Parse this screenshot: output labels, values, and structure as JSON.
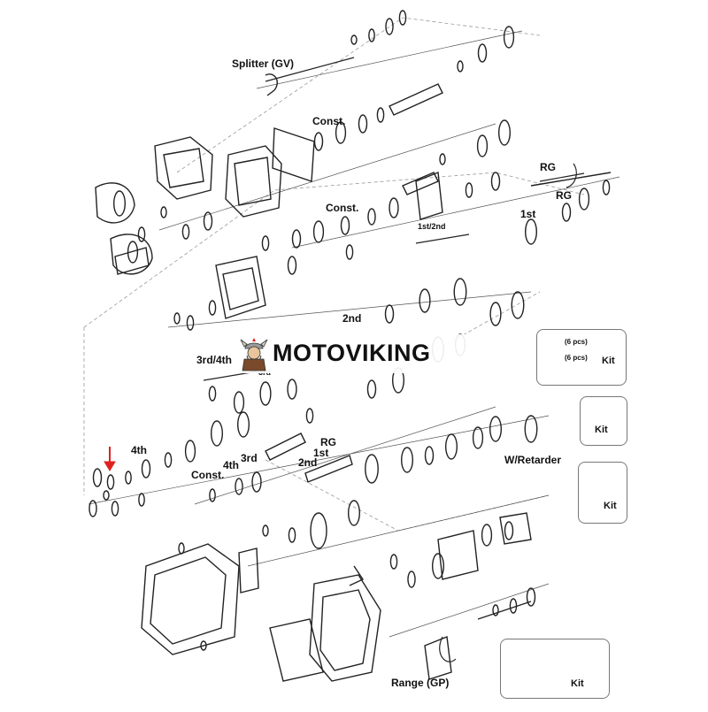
{
  "labels": {
    "splitter": "Splitter (GV)",
    "const_top": "Const.",
    "rg_upper": "RG",
    "rg_lower": "RG",
    "const_mid": "Const.",
    "first_right": "1st",
    "first_second": "1st/2nd",
    "second": "2nd",
    "third_fourth": "3rd/4th",
    "third_partial": "3rd",
    "fourth_left": "4th",
    "rg_shaft": "RG",
    "first_shaft": "1st",
    "second_shaft": "2nd",
    "const_low": "Const.",
    "fourth_low": "4th",
    "third_low": "3rd",
    "retarder": "W/Retarder",
    "range": "Range (GP)"
  },
  "kits": {
    "kit1": {
      "label": "Kit",
      "pcs_a": "(6 pcs)",
      "pcs_b": "(6 pcs)"
    },
    "kit2": {
      "label": "Kit"
    },
    "kit3": {
      "label": "Kit"
    },
    "kit4": {
      "label": "Kit"
    }
  },
  "watermark": {
    "text": "MOTOVIKING"
  },
  "colors": {
    "line": "#222222",
    "accent_arrow": "#e02020",
    "logo_brown": "#7a4a2a"
  }
}
